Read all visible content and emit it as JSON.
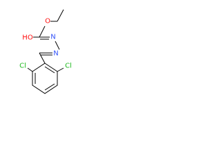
{
  "atoms": {
    "ester_oxygen": "O",
    "hydroxyl": "HO",
    "imine_n1": "N",
    "imine_n2": "N",
    "chloro_left": "Cl",
    "chloro_right": "Cl"
  },
  "colors": {
    "bond": "#000000",
    "oxygen": "#ff0d0d",
    "nitrogen": "#3050f8",
    "chlorine": "#1fba1f",
    "background": "#ffffff"
  }
}
